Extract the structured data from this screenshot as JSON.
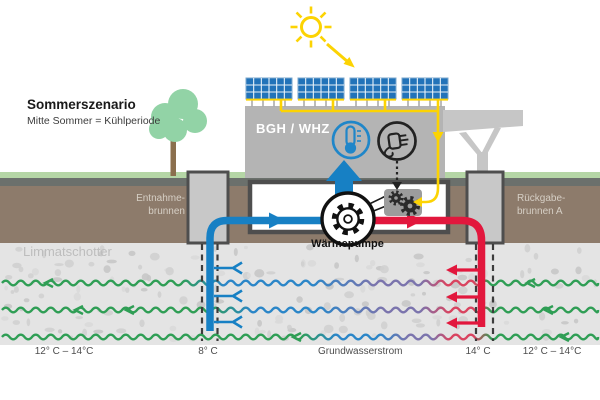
{
  "scenario": {
    "title": "Sommerszenario",
    "subtitle": "Mitte Sommer = Kühlperiode"
  },
  "building": {
    "label": "BGH / WHZ"
  },
  "wells": {
    "extraction": {
      "line1": "Entnahme-",
      "line2": "brunnen"
    },
    "return": {
      "line1": "Rückgabe-",
      "line2": "brunnen A"
    }
  },
  "ground": {
    "aquifer_label": "Limmatschotter",
    "flow_label": "Grundwasserstrom",
    "flow_direction": "right-to-left"
  },
  "heat_pump": {
    "label": "Wärmepumpe"
  },
  "temperatures": {
    "far_left": "12° C – 14°C",
    "extraction": "8° C",
    "return": "14° C",
    "far_right": "12° C – 14°C"
  },
  "icons": {
    "sun": "sun-with-rays",
    "thermometer": "thermometer-in-blue-circle",
    "power_plug": "plug-in-black-circle",
    "heat_pump_gear": "gear-in-circle",
    "motor": "double-gear-box",
    "solar_panels": "four-pv-arrays"
  },
  "colors": {
    "cold_blue": "#1780c4",
    "warm_red": "#e2173d",
    "solar_yellow": "#fcd303",
    "groundwater_green": "#2f9e55",
    "mix_purple": "#7b74ad",
    "mix_red": "#d94460",
    "grass_green": "#b5d6a6",
    "asphalt_gray": "#6b706c",
    "soil_brown": "#8d7b6b",
    "gravel_gray": "#e4e4e4",
    "building_gray": "#b4b4b4",
    "tree_green": "#92d3a6"
  }
}
